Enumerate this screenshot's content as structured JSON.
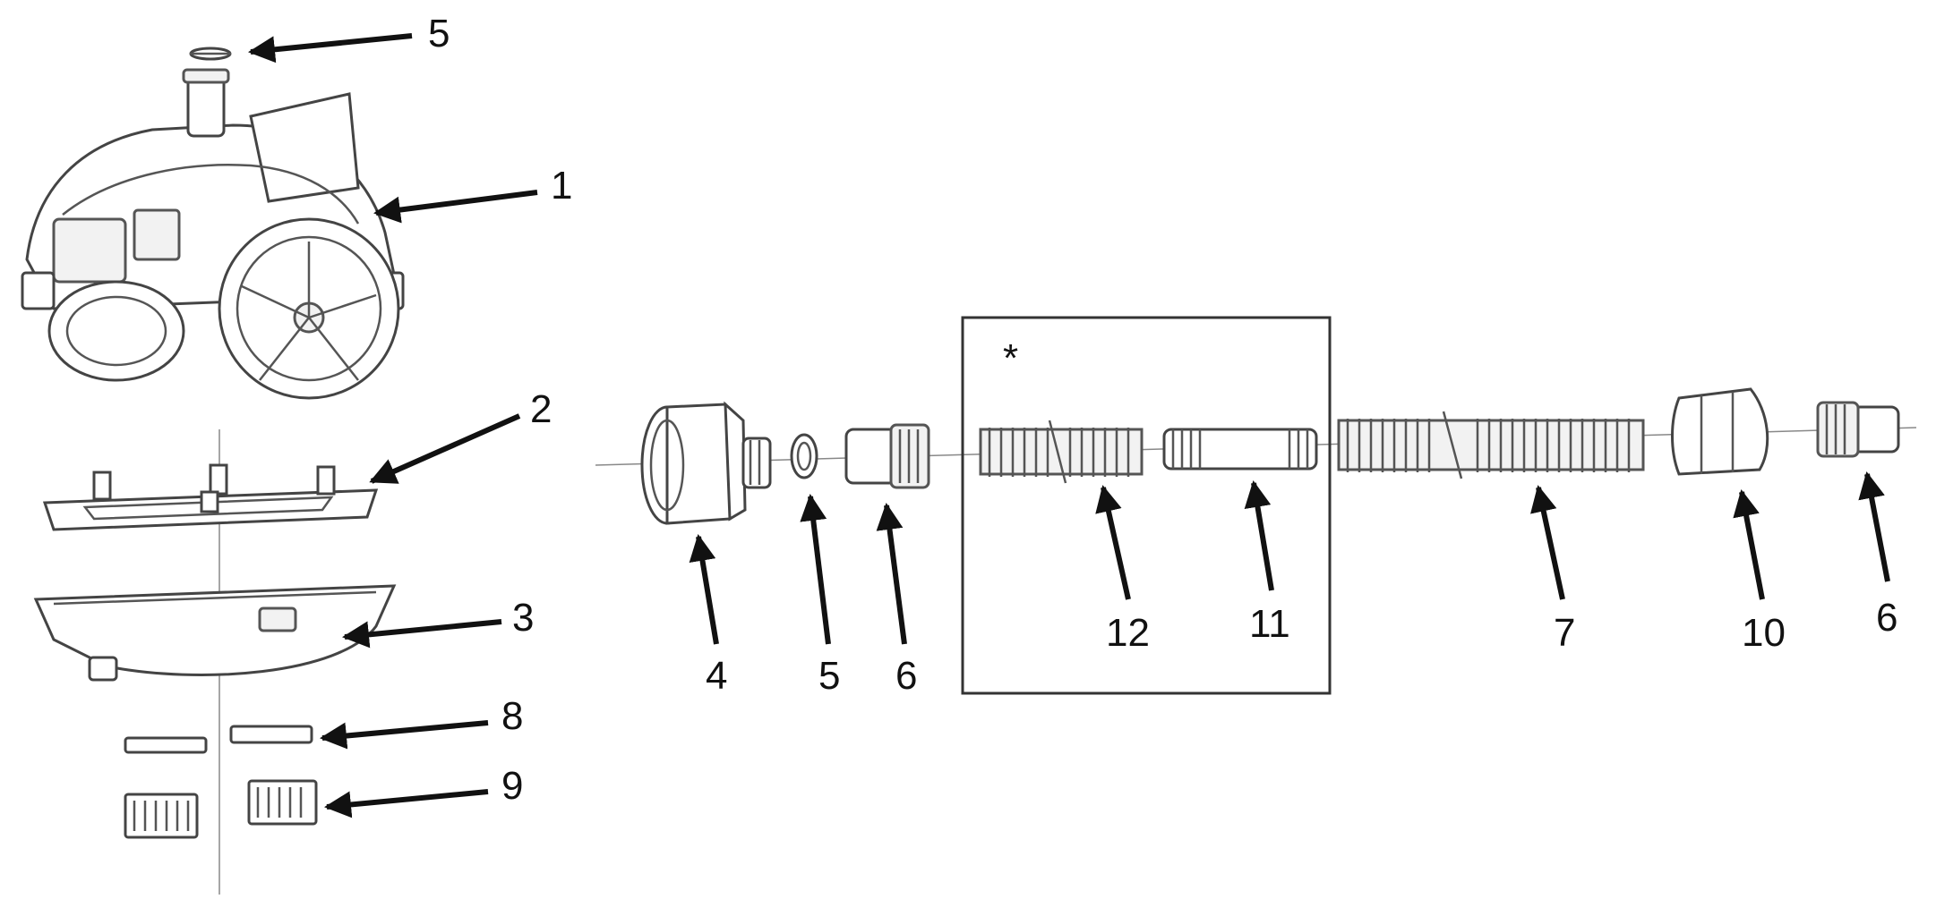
{
  "diagram": {
    "callouts": [
      {
        "id": "c5_top",
        "text": "5"
      },
      {
        "id": "c1",
        "text": "1"
      },
      {
        "id": "c2",
        "text": "2"
      },
      {
        "id": "c3",
        "text": "3"
      },
      {
        "id": "c8",
        "text": "8"
      },
      {
        "id": "c9",
        "text": "9"
      },
      {
        "id": "c4",
        "text": "4"
      },
      {
        "id": "c5_bottom",
        "text": "5"
      },
      {
        "id": "c6_left",
        "text": "6"
      },
      {
        "id": "c12",
        "text": "12"
      },
      {
        "id": "c11",
        "text": "11"
      },
      {
        "id": "c7",
        "text": "7"
      },
      {
        "id": "c10",
        "text": "10"
      },
      {
        "id": "c6_right",
        "text": "6"
      }
    ],
    "kit_marker": "*"
  },
  "colors": {
    "ink": "#111111",
    "line": "#444444",
    "fill_light": "#f2f2f2"
  }
}
